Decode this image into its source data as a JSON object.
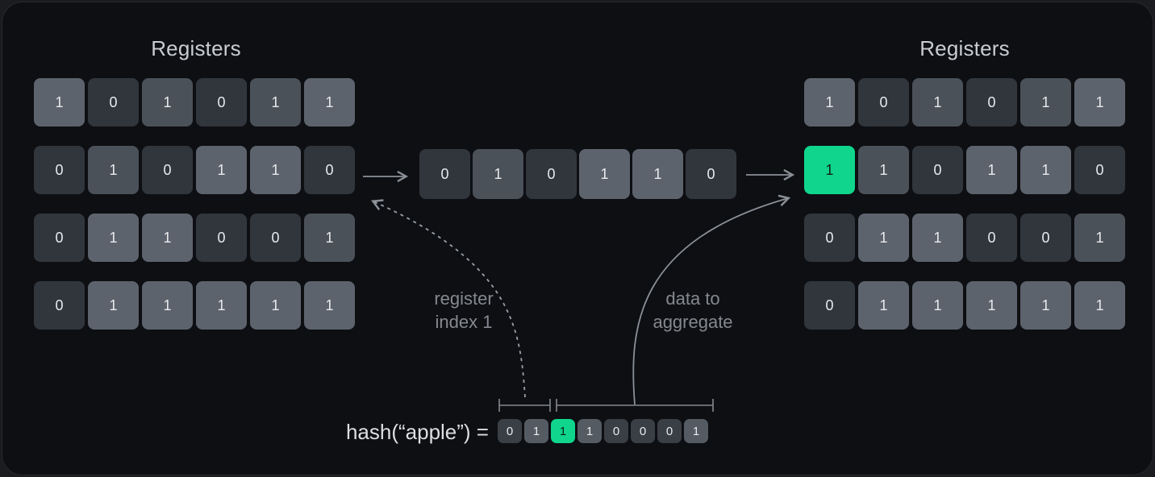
{
  "diagram": {
    "left_registers": {
      "title": "Registers",
      "rows": [
        [
          {
            "v": "1",
            "s": "light"
          },
          {
            "v": "0",
            "s": "dark"
          },
          {
            "v": "1",
            "s": "mid"
          },
          {
            "v": "0",
            "s": "dark"
          },
          {
            "v": "1",
            "s": "mid"
          },
          {
            "v": "1",
            "s": "light"
          }
        ],
        [
          {
            "v": "0",
            "s": "dark"
          },
          {
            "v": "1",
            "s": "mid"
          },
          {
            "v": "0",
            "s": "dark"
          },
          {
            "v": "1",
            "s": "light"
          },
          {
            "v": "1",
            "s": "light"
          },
          {
            "v": "0",
            "s": "dark"
          }
        ],
        [
          {
            "v": "0",
            "s": "dark"
          },
          {
            "v": "1",
            "s": "light"
          },
          {
            "v": "1",
            "s": "light"
          },
          {
            "v": "0",
            "s": "dark"
          },
          {
            "v": "0",
            "s": "dark"
          },
          {
            "v": "1",
            "s": "mid"
          }
        ],
        [
          {
            "v": "0",
            "s": "dark"
          },
          {
            "v": "1",
            "s": "light"
          },
          {
            "v": "1",
            "s": "light"
          },
          {
            "v": "1",
            "s": "light"
          },
          {
            "v": "1",
            "s": "light"
          },
          {
            "v": "1",
            "s": "light"
          }
        ]
      ]
    },
    "aggregated_row": {
      "cells": [
        {
          "v": "0",
          "s": "dark"
        },
        {
          "v": "1",
          "s": "mid"
        },
        {
          "v": "0",
          "s": "dark"
        },
        {
          "v": "1",
          "s": "light"
        },
        {
          "v": "1",
          "s": "light"
        },
        {
          "v": "0",
          "s": "dark"
        }
      ]
    },
    "right_registers": {
      "title": "Registers",
      "rows": [
        [
          {
            "v": "1",
            "s": "light"
          },
          {
            "v": "0",
            "s": "dark"
          },
          {
            "v": "1",
            "s": "mid"
          },
          {
            "v": "0",
            "s": "dark"
          },
          {
            "v": "1",
            "s": "mid"
          },
          {
            "v": "1",
            "s": "light"
          }
        ],
        [
          {
            "v": "1",
            "s": "green"
          },
          {
            "v": "1",
            "s": "mid"
          },
          {
            "v": "0",
            "s": "dark"
          },
          {
            "v": "1",
            "s": "light"
          },
          {
            "v": "1",
            "s": "light"
          },
          {
            "v": "0",
            "s": "dark"
          }
        ],
        [
          {
            "v": "0",
            "s": "dark"
          },
          {
            "v": "1",
            "s": "light"
          },
          {
            "v": "1",
            "s": "light"
          },
          {
            "v": "0",
            "s": "dark"
          },
          {
            "v": "0",
            "s": "dark"
          },
          {
            "v": "1",
            "s": "mid"
          }
        ],
        [
          {
            "v": "0",
            "s": "dark"
          },
          {
            "v": "1",
            "s": "light"
          },
          {
            "v": "1",
            "s": "light"
          },
          {
            "v": "1",
            "s": "light"
          },
          {
            "v": "1",
            "s": "light"
          },
          {
            "v": "1",
            "s": "light"
          }
        ]
      ]
    },
    "hash": {
      "prefix": "hash(“apple”) =",
      "bits": [
        {
          "v": "0",
          "s": "hdark"
        },
        {
          "v": "1",
          "s": "hmid"
        },
        {
          "v": "1",
          "s": "green"
        },
        {
          "v": "1",
          "s": "hmid"
        },
        {
          "v": "0",
          "s": "hdark"
        },
        {
          "v": "0",
          "s": "hdark"
        },
        {
          "v": "0",
          "s": "hdark"
        },
        {
          "v": "1",
          "s": "hmid"
        }
      ]
    },
    "labels": {
      "register_index": [
        "register",
        "index 1"
      ],
      "data_to_aggregate": [
        "data to",
        "aggregate"
      ]
    },
    "colors": {
      "dark": "#31363d",
      "mid": "#4b5159",
      "light": "#5d636d",
      "hdark": "#3a3f46",
      "hmid": "#555b63",
      "green": "#0fd68c",
      "cell_text": "#e8eaed",
      "green_text": "#11201a",
      "title": "#c9ccd1",
      "label": "#85888e",
      "arrow": "#8b9097"
    }
  }
}
